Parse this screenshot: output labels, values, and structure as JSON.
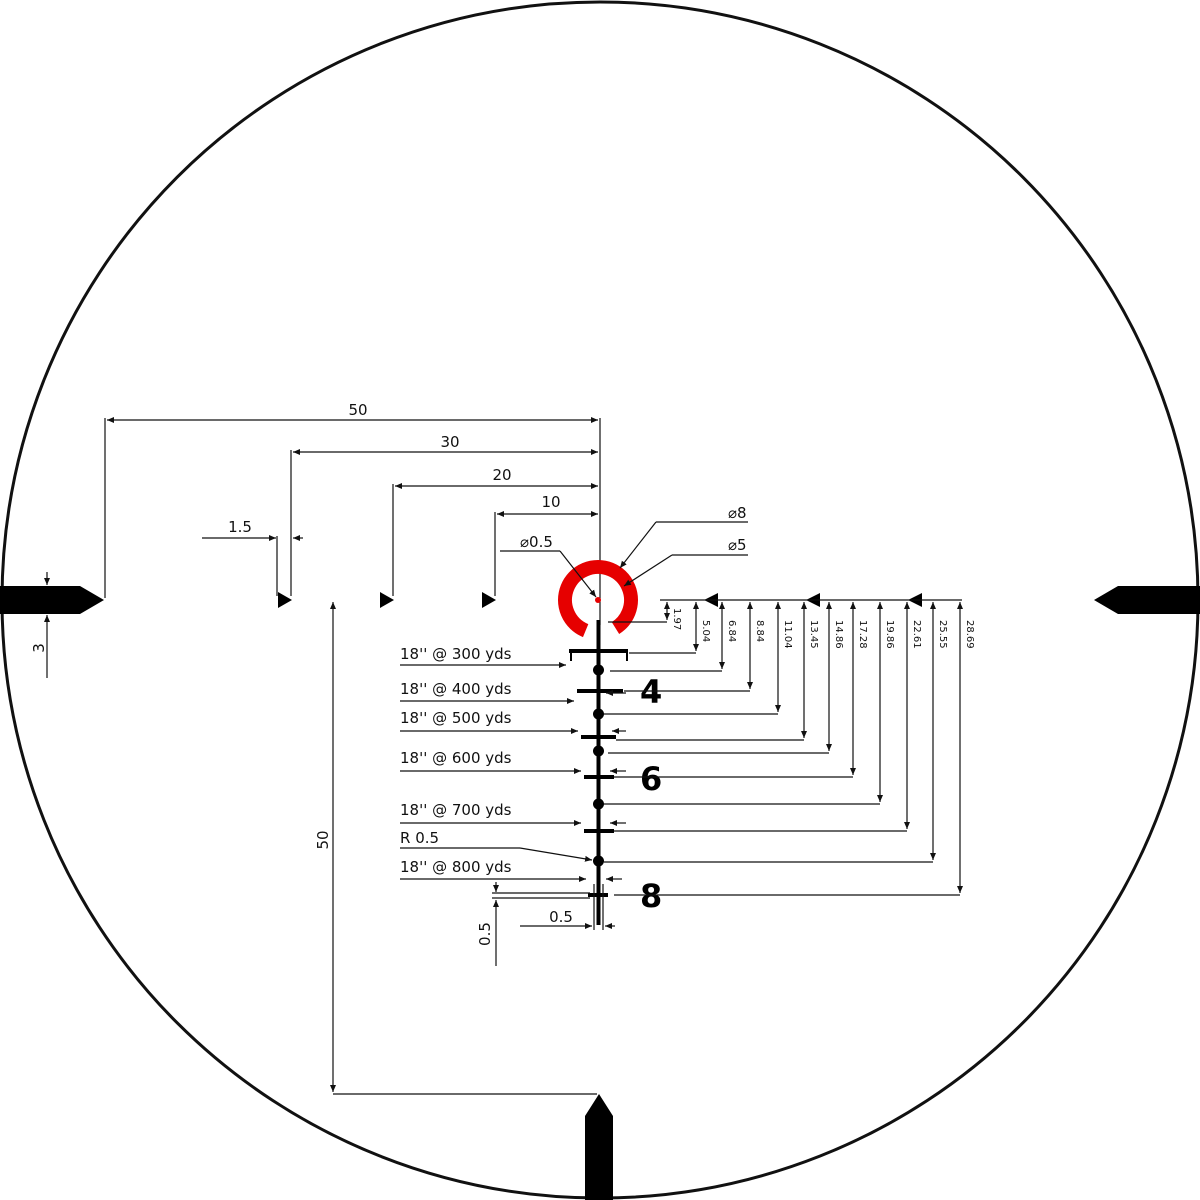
{
  "horizontal_dims": {
    "d50": "50",
    "d30": "30",
    "d20": "20",
    "d10": "10",
    "d1_5": "1.5"
  },
  "post_dims": {
    "width": "3",
    "lower_offset": "50"
  },
  "dot_dims": {
    "ring_outer": "⌀8",
    "ring_inner": "⌀5",
    "center_dot": "⌀0.5"
  },
  "stadia_labels": [
    "18'' @ 300 yds",
    "18'' @ 400 yds",
    "18'' @ 500 yds",
    "18'' @ 600 yds",
    "18'' @ 700 yds",
    "R 0.5",
    "18'' @ 800 yds"
  ],
  "drop_values": [
    "1.97",
    "5.04",
    "6.84",
    "8.84",
    "11.04",
    "13.45",
    "14.86",
    "17.28",
    "19.86",
    "22.61",
    "25.55",
    "28.69"
  ],
  "range_numbers": [
    "4",
    "6",
    "8"
  ],
  "tick_dims": {
    "width": "0.5",
    "height": "0.5"
  },
  "colors": {
    "ring": "#e60000",
    "lines": "#111111"
  }
}
